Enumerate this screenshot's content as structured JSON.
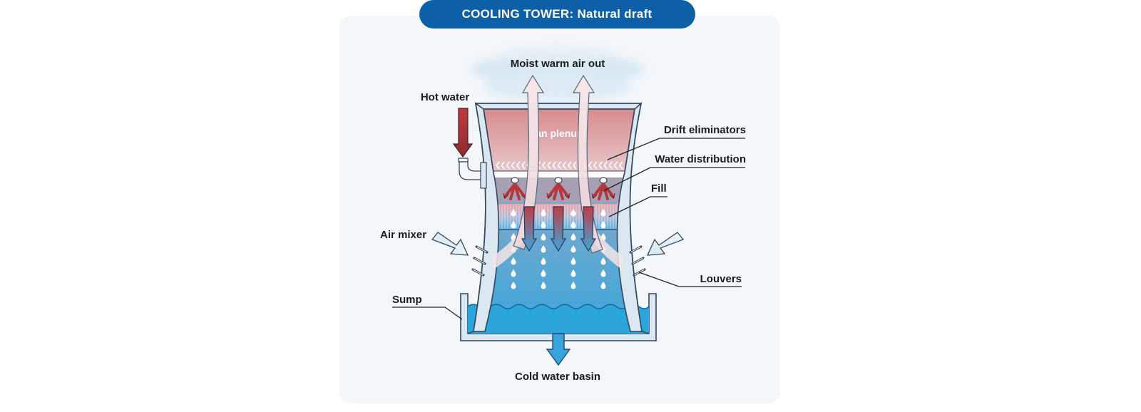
{
  "title": "COOLING TOWER: Natural draft",
  "labels": {
    "moist_air": "Moist warm air out",
    "hot_water": "Hot water",
    "fan_plenum": "Fan plenum",
    "drift_eliminators": "Drift eliminators",
    "water_distribution": "Water distribution",
    "fill": "Fill",
    "air_mixer": "Air mixer",
    "louvers": "Louvers",
    "sump": "Sump",
    "cold_water_basin": "Cold water basin"
  },
  "colors": {
    "title_bg": "#0d5fa8",
    "panel_bg": "#f3f7fa",
    "plenum_top": "#d98a8b",
    "plenum_bottom": "#e9c8cc",
    "water_top": "#8aaed0",
    "water_bottom": "#2aa6dc",
    "hot_arrow": "#b33a3f",
    "cold_arrow": "#39a4dc",
    "air_arrow": "#f4dfe1"
  }
}
